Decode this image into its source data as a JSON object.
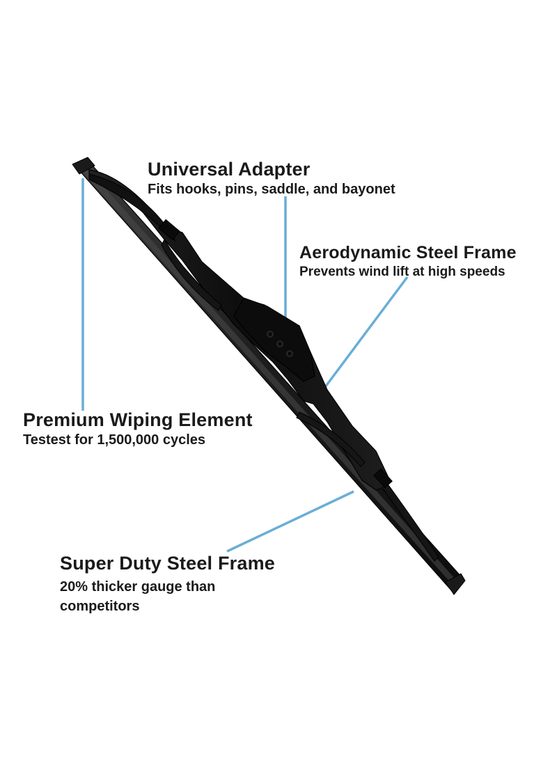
{
  "colors": {
    "leader_line": "#6aaed6",
    "blade_dark": "#141414",
    "blade_mid": "#2a2a2a",
    "background": "#ffffff"
  },
  "callouts": {
    "universal_adapter": {
      "title": "Universal Adapter",
      "subtitle": "Fits hooks, pins, saddle, and bayonet"
    },
    "aerodynamic_frame": {
      "title": "Aerodynamic Steel Frame",
      "subtitle": "Prevents wind lift at high speeds"
    },
    "premium_element": {
      "title": "Premium Wiping Element",
      "subtitle": "Testest for 1,500,000 cycles"
    },
    "super_duty_frame": {
      "title": "Super Duty Steel Frame",
      "subtitle": "20% thicker gauge than competitors"
    }
  }
}
